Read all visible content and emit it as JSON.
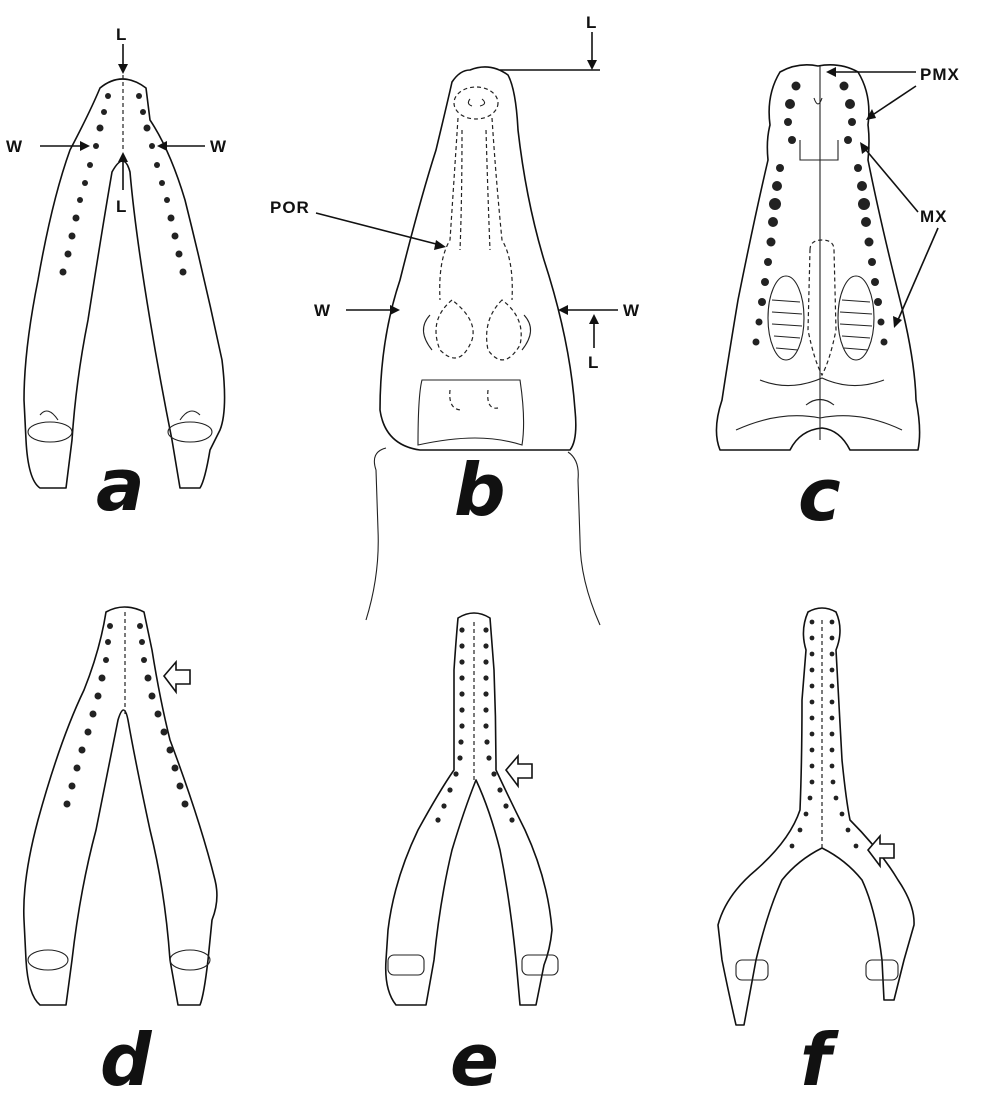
{
  "panels": {
    "a": "a",
    "b": "b",
    "c": "c",
    "d": "d",
    "e": "e",
    "f": "f"
  },
  "labels": {
    "length": "L",
    "width": "W",
    "preorbital_ridge": "POR",
    "premaxilla": "PMX",
    "maxilla": "MX"
  }
}
